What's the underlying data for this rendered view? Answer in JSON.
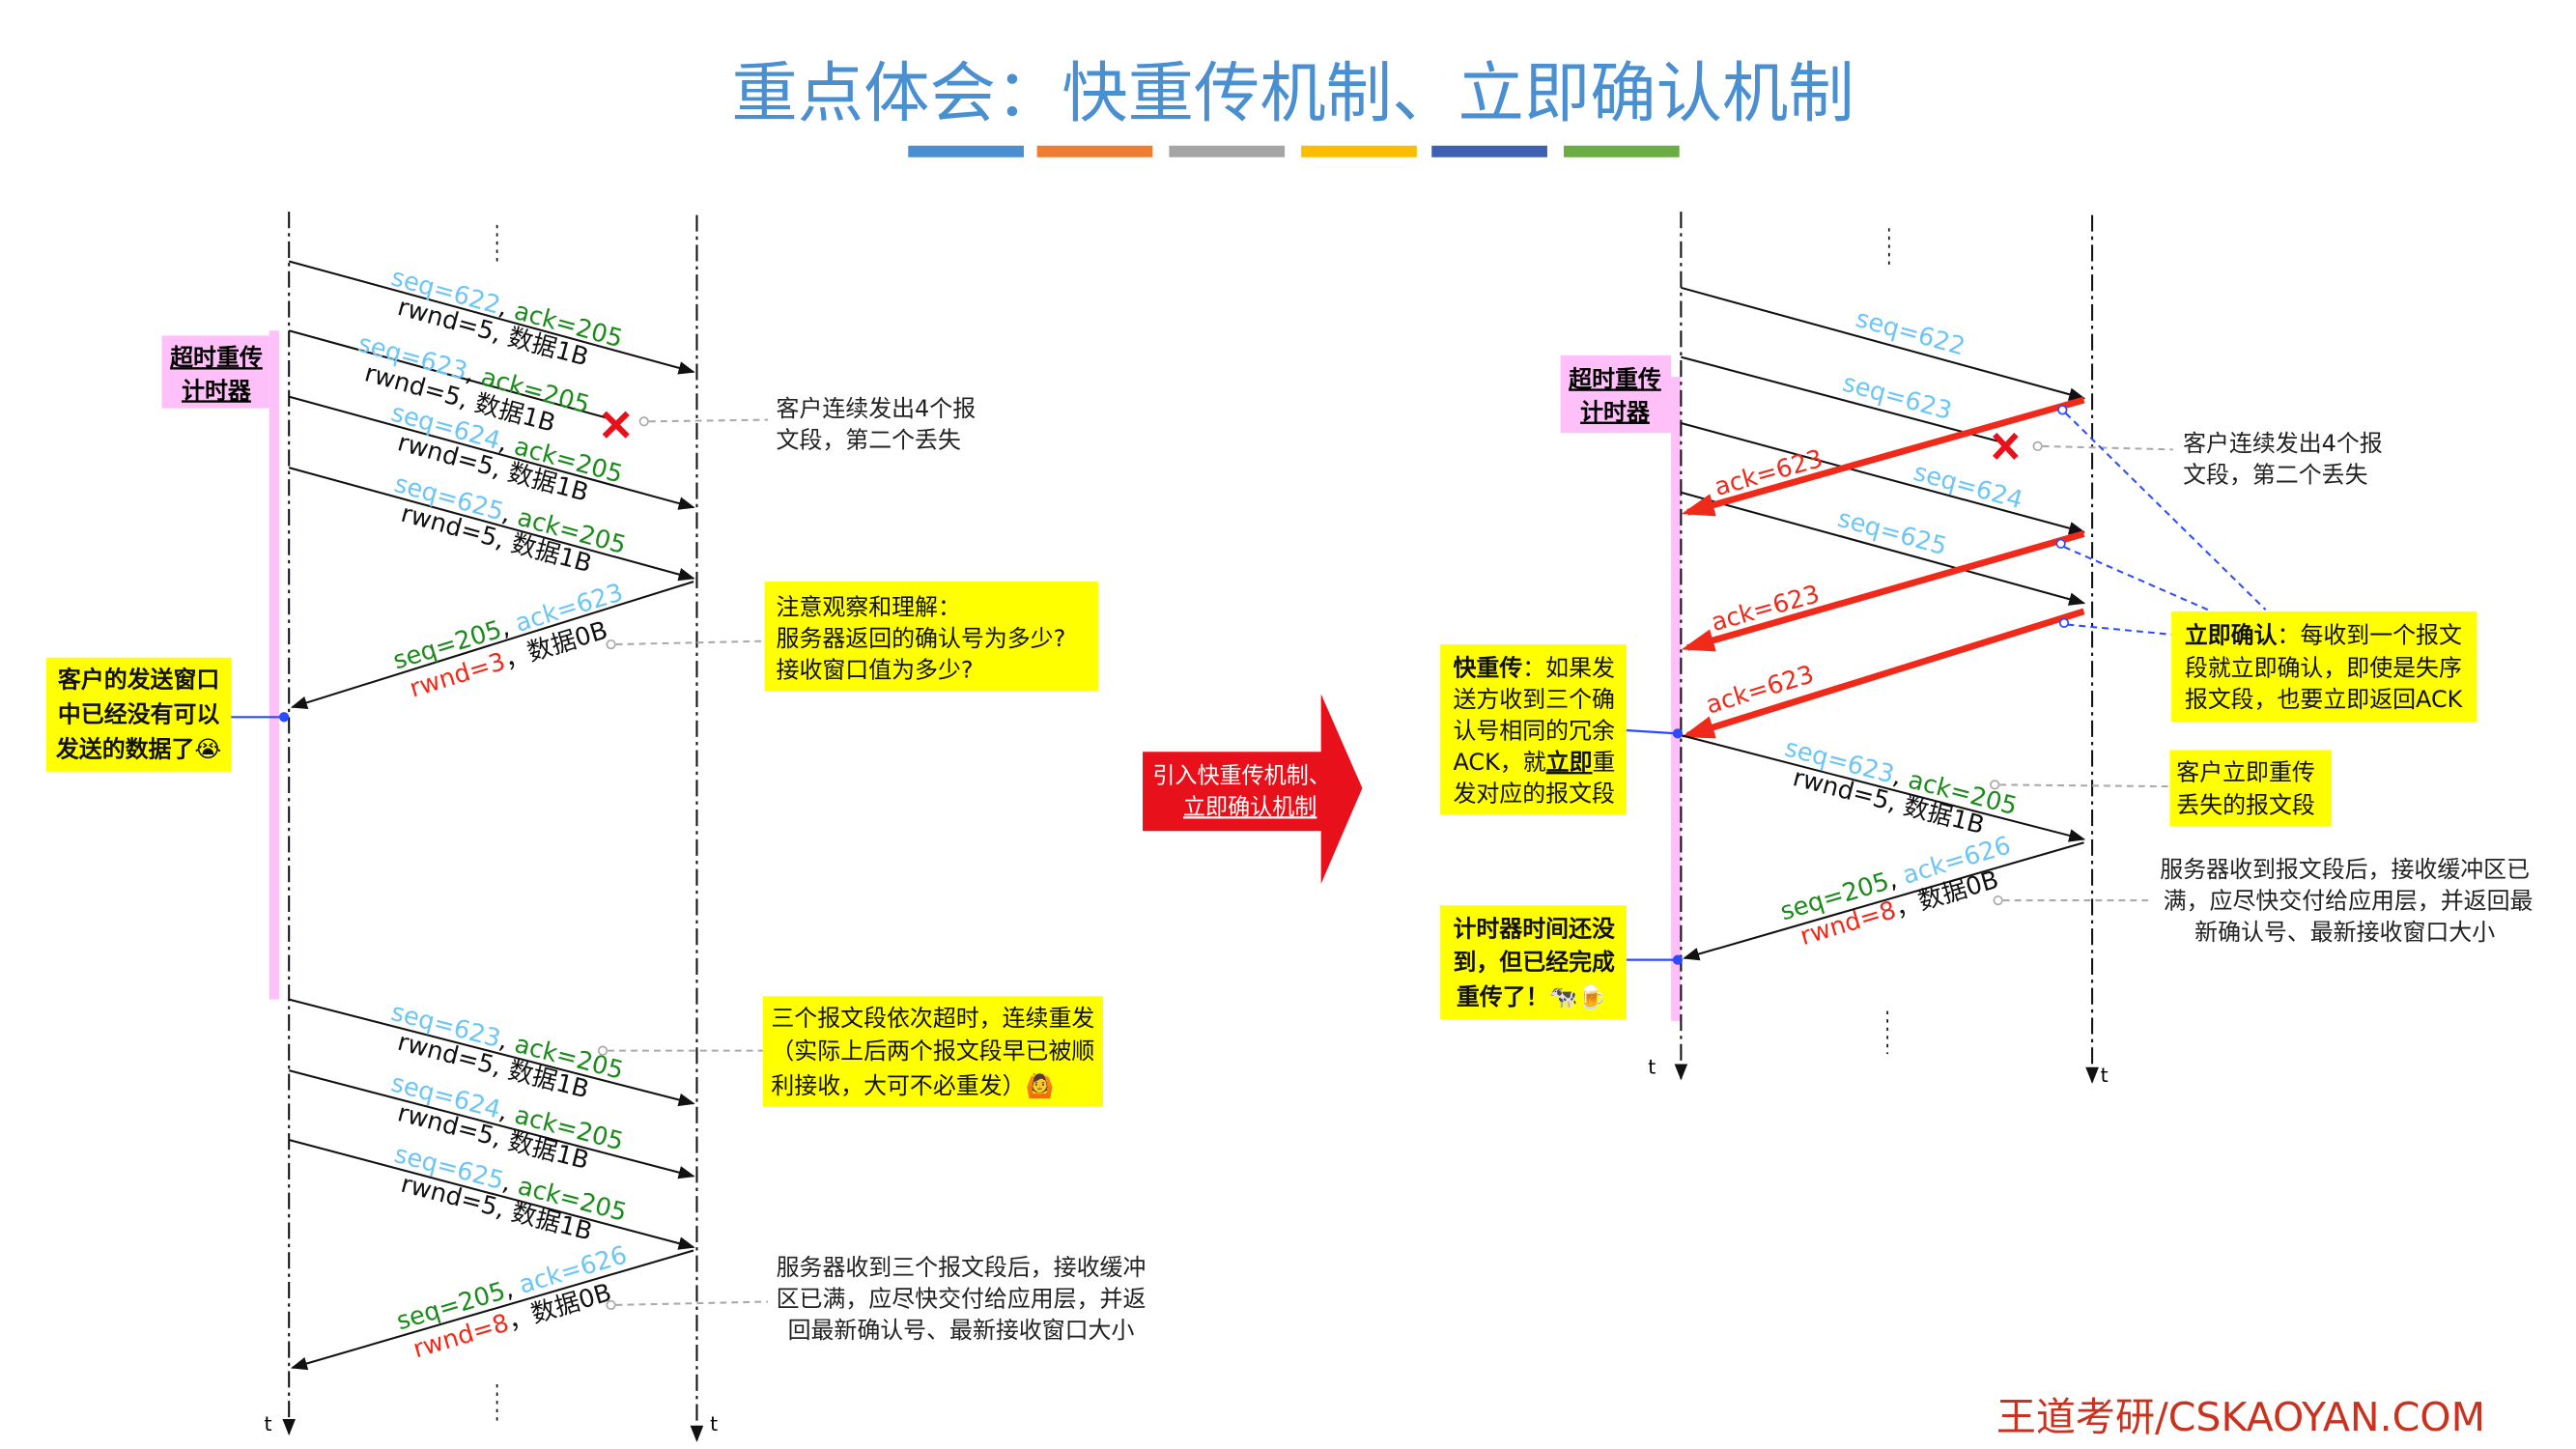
{
  "title": "重点体会：快重传机制、立即确认机制",
  "colors": {
    "title": "#4a8fd0",
    "bars": [
      "#4a8fd0",
      "#ee7d31",
      "#a5a5a5",
      "#fbbd00",
      "#3f5fb3",
      "#6aad45"
    ],
    "highlight": "#ffff00",
    "timer": "#ffbff8",
    "arrow": "#f02a1a"
  },
  "left": {
    "timer_label": [
      "超时重传",
      "计时器"
    ],
    "segments": [
      {
        "seq": "seq=622",
        "ack": "ack=205",
        "info": "rwnd=5, 数据1B"
      },
      {
        "seq": "seq=623",
        "ack": "ack=205",
        "info": "rwnd=5, 数据1B"
      },
      {
        "seq": "seq=624",
        "ack": "ack=205",
        "info": "rwnd=5, 数据1B"
      },
      {
        "seq": "seq=625",
        "ack": "ack=205",
        "info": "rwnd=5, 数据1B"
      }
    ],
    "reply": {
      "seq": "seq=205",
      "ack": "ack=623",
      "rwnd": "rwnd=3",
      "info": "，数据0B"
    },
    "lost_note": [
      "客户连续发出4个报",
      "文段，第二个丢失"
    ],
    "question_box": [
      "注意观察和理解：",
      "服务器返回的确认号为多少?",
      "接收窗口值为多少?"
    ],
    "window_box": [
      "客户的发送窗口",
      "中已经没有可以",
      "发送的数据了😭"
    ],
    "retransmits": [
      {
        "seq": "seq=623",
        "ack": "ack=205",
        "info": "rwnd=5, 数据1B"
      },
      {
        "seq": "seq=624",
        "ack": "ack=205",
        "info": "rwnd=5, 数据1B"
      },
      {
        "seq": "seq=625",
        "ack": "ack=205",
        "info": "rwnd=5, 数据1B"
      }
    ],
    "reply2": {
      "seq": "seq=205",
      "ack": "ack=626",
      "rwnd": "rwnd=8",
      "info": "，数据0B"
    },
    "timeout_box": [
      "三个报文段依次超时，连续重发",
      "（实际上后两个报文段早已被顺",
      "利接收，大可不必重发）🙆"
    ],
    "server_note": [
      "服务器收到三个报文段后，接收缓冲",
      "区已满，应尽快交付给应用层，并返",
      "回最新确认号、最新接收窗口大小"
    ],
    "time_label": "t"
  },
  "center_arrow": [
    "引入快重传机制、",
    "立即确认机制"
  ],
  "right": {
    "timer_label": [
      "超时重传",
      "计时器"
    ],
    "segments": [
      "seq=622",
      "seq=623",
      "seq=624",
      "seq=625"
    ],
    "acks": [
      "ack=623",
      "ack=623",
      "ack=623"
    ],
    "lost_note": [
      "客户连续发出4个报",
      "文段，第二个丢失"
    ],
    "immediate_box": {
      "bold": "立即确认",
      "lines": [
        "：每收到一个报文",
        "段就立即确认，即使是失序",
        "报文段，也要立即返回ACK"
      ]
    },
    "fast_box": {
      "bold": "快重传",
      "l1": "：如果发",
      "l2": "送方收到三个确",
      "l3": "认号相同的冗余",
      "l4a": "ACK，就",
      "l4b": "立即",
      "l4c": "重",
      "l5": "发对应的报文段"
    },
    "retransmit": {
      "seq": "seq=623",
      "ack": "ack=205",
      "info": "rwnd=5, 数据1B"
    },
    "retransmit_box": [
      "客户立即重传",
      "丢失的报文段"
    ],
    "reply": {
      "seq": "seq=205",
      "ack": "ack=626",
      "rwnd": "rwnd=8",
      "info": "，数据0B"
    },
    "server_note": [
      "服务器收到报文段后，接收缓冲区已",
      "满，应尽快交付给应用层，并返回最",
      "新确认号、最新接收窗口大小"
    ],
    "timer_box": [
      "计时器时间还没",
      "到，但已经完成",
      "重传了！🐄🍺"
    ],
    "time_label": "t"
  },
  "footer": "王道考研/CSKAOYAN.COM"
}
